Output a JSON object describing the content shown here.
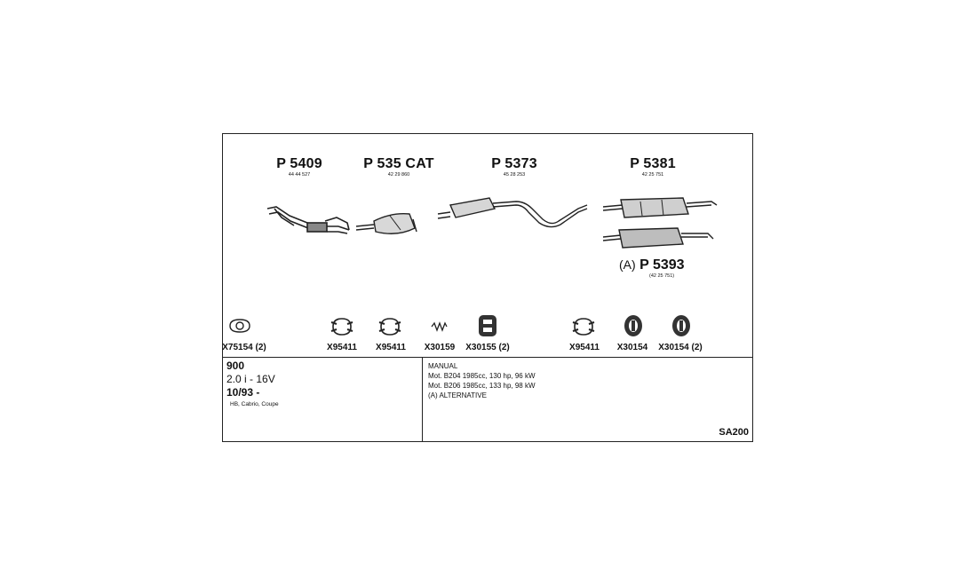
{
  "parts": [
    {
      "code": "P 5409",
      "oem": "44 44 527"
    },
    {
      "code": "P 535 CAT",
      "oem": "42 29 860"
    },
    {
      "code": "P 5373",
      "oem": "45 28 253"
    },
    {
      "code": "P 5381",
      "oem": "42 25 751"
    }
  ],
  "alternative_part": {
    "prefix": "(A)",
    "code": "P 5393",
    "oem": "(42 25 751)"
  },
  "accessories": [
    {
      "label": "X75154 (2)",
      "icon": "gasket-icon"
    },
    {
      "label": "X95411",
      "icon": "clamp-icon"
    },
    {
      "label": "X95411",
      "icon": "clamp-icon"
    },
    {
      "label": "X30159",
      "icon": "spring-icon"
    },
    {
      "label": "X30155 (2)",
      "icon": "rubber-mount-icon"
    },
    {
      "label": "X95411",
      "icon": "clamp-icon"
    },
    {
      "label": "X30154",
      "icon": "rubber-ring-icon"
    },
    {
      "label": "X30154 (2)",
      "icon": "rubber-ring-icon"
    }
  ],
  "vehicle": {
    "model": "900",
    "engine": "2.0 i - 16V",
    "date": "10/93 -",
    "body": "HB, Cabrio, Coupe"
  },
  "notes": [
    "MANUAL",
    "Mot. B204 1985cc, 130 hp, 96 kW",
    "Mot. B206 1985cc, 133 hp, 98 kW",
    "(A) ALTERNATIVE"
  ],
  "reference": "SA200"
}
